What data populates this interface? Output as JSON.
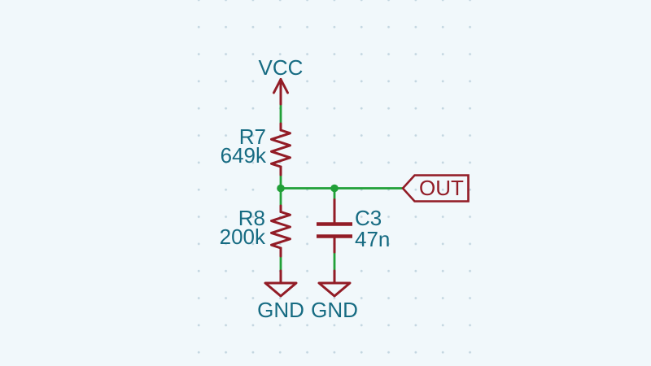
{
  "colors": {
    "bg": "#f1f8fb",
    "grid-dot": "#c3d6e0",
    "wire": "#21a038",
    "symbol": "#921c26",
    "field-text": "#166b82"
  },
  "schematic": {
    "components": {
      "r7": {
        "reference": "R7",
        "value": "649k"
      },
      "r8": {
        "reference": "R8",
        "value": "200k"
      },
      "c3": {
        "reference": "C3",
        "value": "47n"
      }
    },
    "power_ports": {
      "vcc": {
        "label": "VCC"
      },
      "gnd_left": {
        "label": "GND"
      },
      "gnd_right": {
        "label": "GND"
      }
    },
    "net_labels": {
      "out": {
        "text": "OUT"
      }
    }
  }
}
